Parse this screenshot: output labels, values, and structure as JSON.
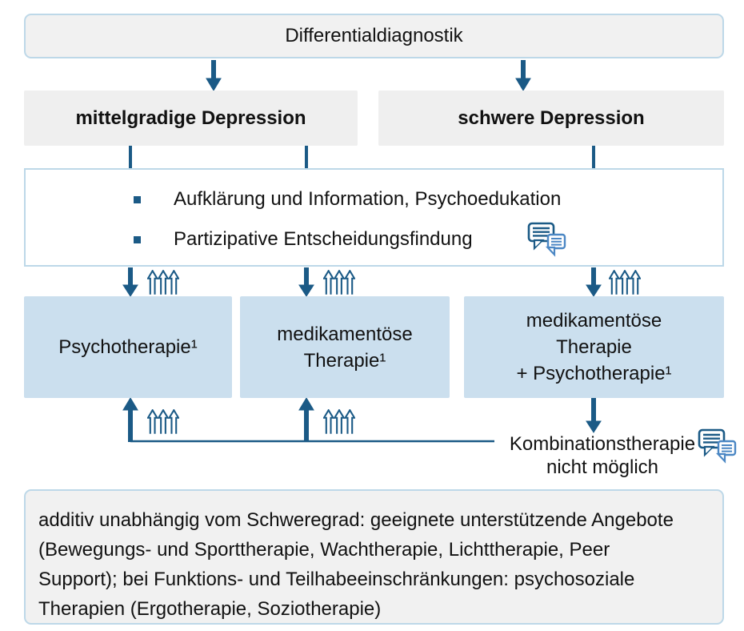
{
  "diagram": {
    "title_box": {
      "label": "Differentialdiagnostik"
    },
    "severity_boxes": [
      {
        "label": "mittelgradige Depression"
      },
      {
        "label": "schwere Depression"
      }
    ],
    "info_box": {
      "bullets": [
        "Aufklärung und Information, Psychoedukation",
        "Partizipative Entscheidungsfindung"
      ]
    },
    "therapy_boxes": [
      {
        "lines": [
          "Psychotherapie¹"
        ]
      },
      {
        "lines": [
          "medikamentöse",
          "Therapie¹"
        ]
      },
      {
        "lines": [
          "medikamentöse",
          "Therapie",
          "+ Psychotherapie¹"
        ]
      }
    ],
    "combination_note": {
      "lines": [
        "Kombinationstherapie",
        "nicht möglich"
      ]
    },
    "additive_box": {
      "lines": [
        "additiv unabhängig vom Schweregrad: geeignete unterstützende Angebote",
        "(Bewegungs- und Sporttherapie, Wachtherapie, Lichttherapie, Peer",
        "Support); bei Funktions- und Teilhabeeinschränkungen: psychosoziale",
        "Therapien (Ergotherapie, Soziotherapie)"
      ]
    },
    "icons": {
      "speech_bubbles": "consultation-dialogue",
      "triple_up_arrow": "strong-recommendation"
    },
    "colors": {
      "accent_dark": "#1b5a86",
      "accent_light_border": "#bdd8e8",
      "box_gray": "#f1f1f1",
      "box_blue": "#cbdfee",
      "bubble_light": "#4b87c4"
    }
  }
}
